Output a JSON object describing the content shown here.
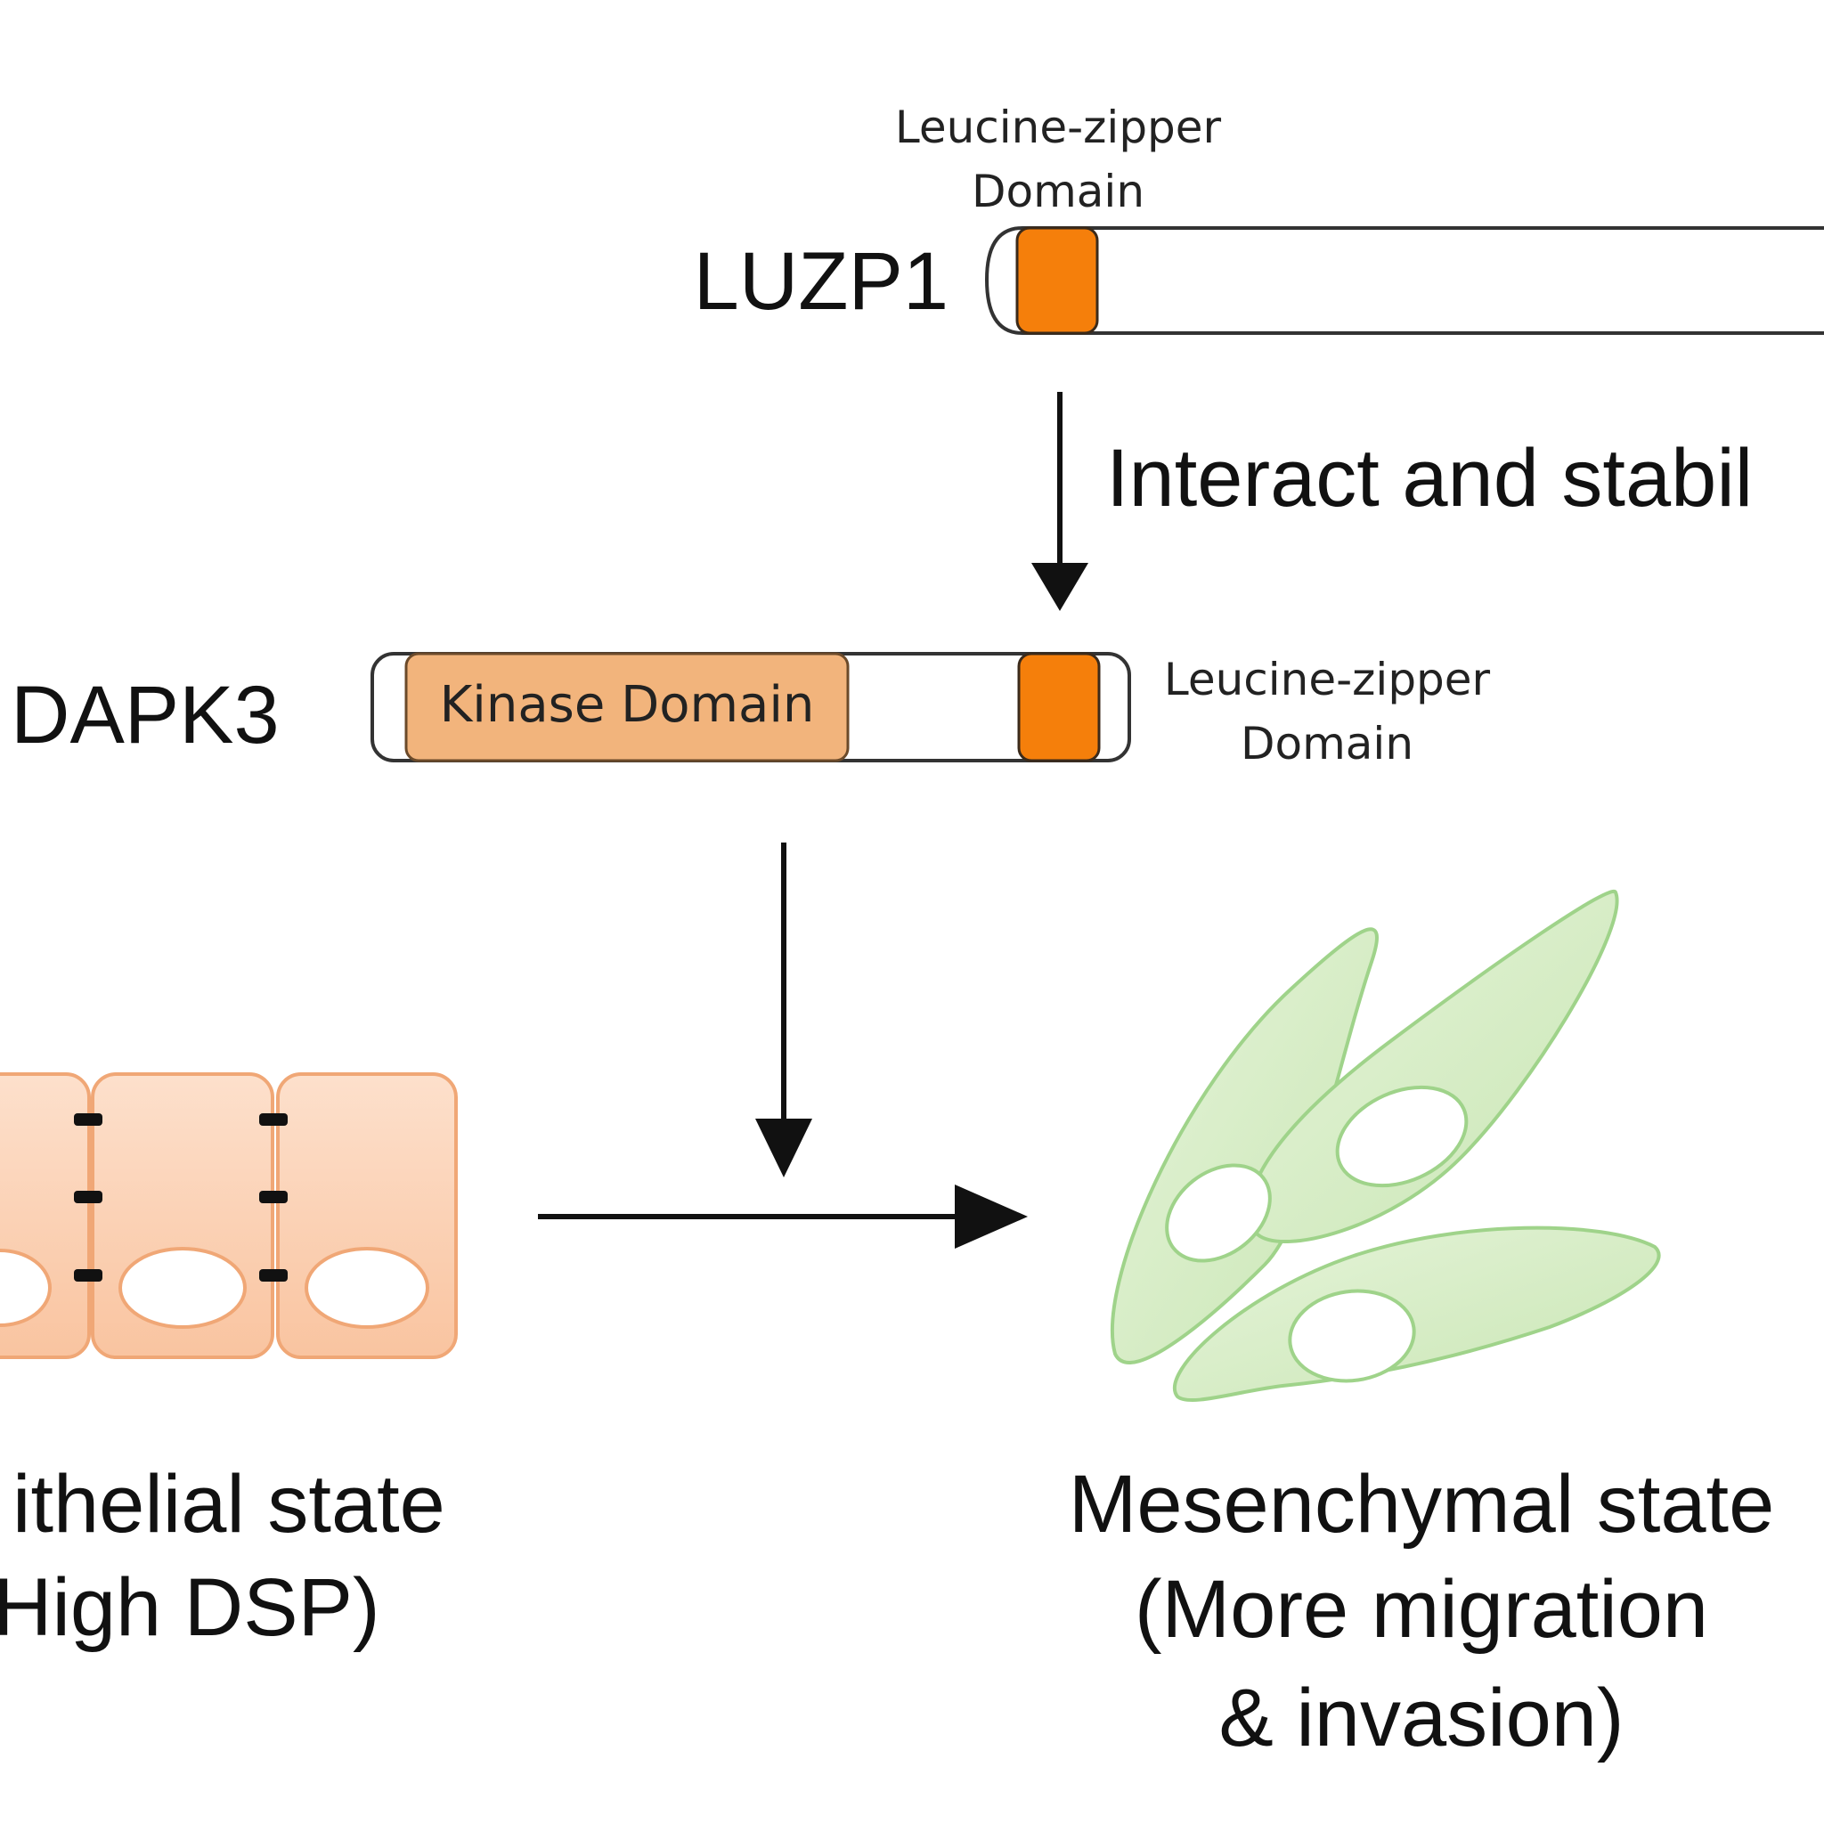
{
  "luzp1": {
    "name": "LUZP1",
    "domain_label_line1": "Leucine-zipper",
    "domain_label_line2": "Domain"
  },
  "interaction": {
    "label": "Interact and stabil"
  },
  "dapk3": {
    "name": "DAPK3",
    "kinase_label": "Kinase Domain",
    "domain_label_line1": "Leucine-zipper",
    "domain_label_line2": "Domain"
  },
  "epithelial": {
    "line1": "ithelial state",
    "line2": "High DSP)"
  },
  "mesenchymal": {
    "line1": "Mesenchymal state",
    "line2": "(More migration",
    "line3": "& invasion)"
  },
  "colors": {
    "leucine_zipper": "#f57f0b",
    "kinase_domain": "#f2b47c",
    "epithelial_fill": "#fbcfb0",
    "epithelial_stroke": "#f0a776",
    "mesenchymal_fill": "#d6ecc4",
    "mesenchymal_stroke": "#9fd38a",
    "arrow": "#111111"
  }
}
